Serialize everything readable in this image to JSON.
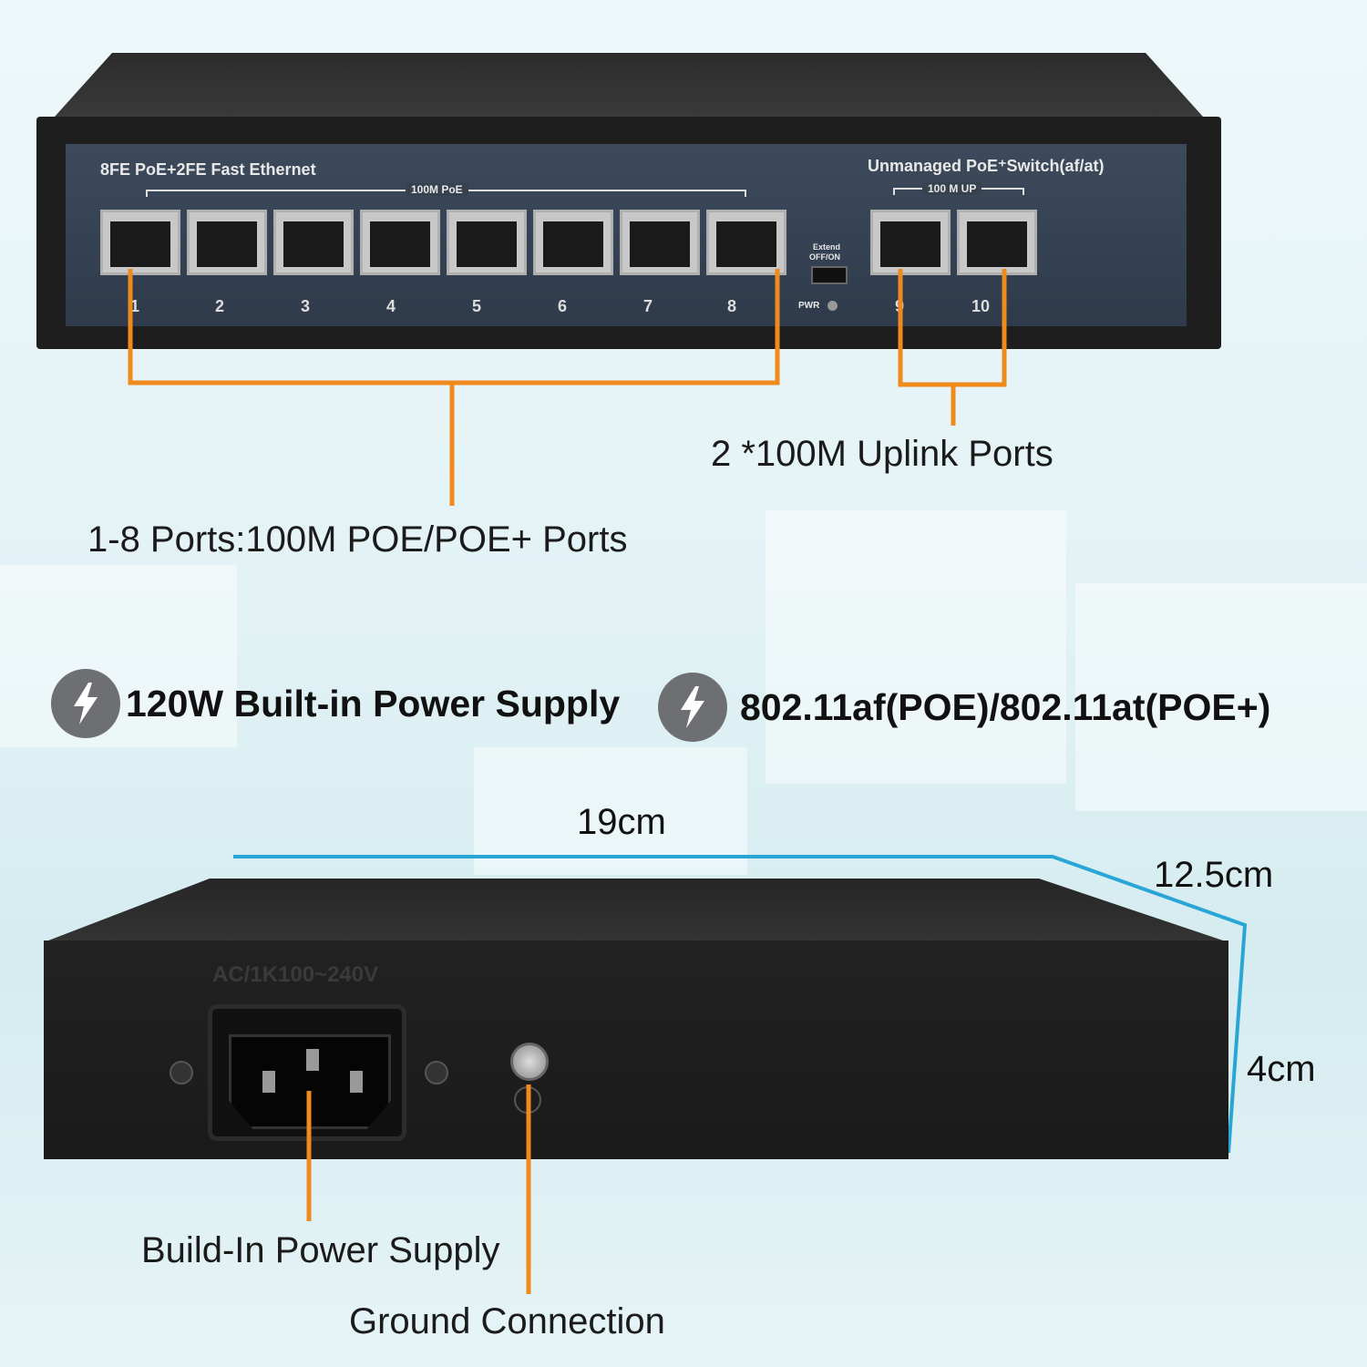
{
  "front_panel": {
    "left_label": "8FE PoE+2FE Fast Ethernet",
    "right_label": "Unmanaged PoE⁺Switch(af/at)",
    "poe_group_label": "100M PoE",
    "up_group_label": "100 M UP",
    "switch_label_1": "Extend",
    "switch_label_2": "OFF/ON",
    "pwr_label": "PWR",
    "port_numbers": [
      "1",
      "2",
      "3",
      "4",
      "5",
      "6",
      "7",
      "8",
      "9",
      "10"
    ]
  },
  "callouts": {
    "poe_ports": "1-8 Ports:100M POE/POE+ Ports",
    "uplink_ports": "2 *100M Uplink Ports",
    "power_supply": "Build-In Power Supply",
    "ground": "Ground Connection"
  },
  "features": [
    {
      "icon": "lightning-icon",
      "text": "120W Built-in Power Supply"
    },
    {
      "icon": "lightning-icon",
      "text": "802.11af(POE)/802.11at(POE+)"
    }
  ],
  "dimensions": {
    "width": "19cm",
    "depth": "12.5cm",
    "height": "4cm"
  },
  "rear_panel": {
    "voltage_label": "AC/1K100~240V"
  },
  "colors": {
    "callout_line": "#f08a1c",
    "dimension_line": "#2aa6d6",
    "icon_bg": "#6e6f72"
  }
}
